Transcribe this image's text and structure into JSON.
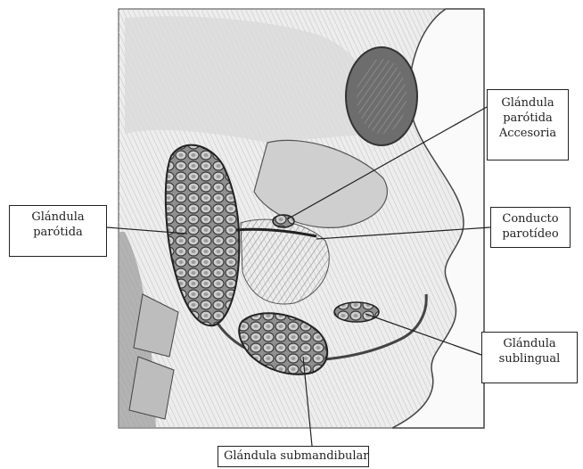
{
  "labels": {
    "parotid": [
      "Glándula",
      "parótida"
    ],
    "accessory": [
      "Glándula",
      "parótida",
      "Accesoria"
    ],
    "duct": [
      "Conducto",
      "parotídeo"
    ],
    "sublingual": [
      "Glándula",
      "sublingual"
    ],
    "submandibular": [
      "Glándula submandibular"
    ]
  },
  "colors": {
    "ink": "#222222",
    "shade": "#8a8a8a",
    "gland": "#5a5a5a",
    "paper": "#ffffff"
  }
}
